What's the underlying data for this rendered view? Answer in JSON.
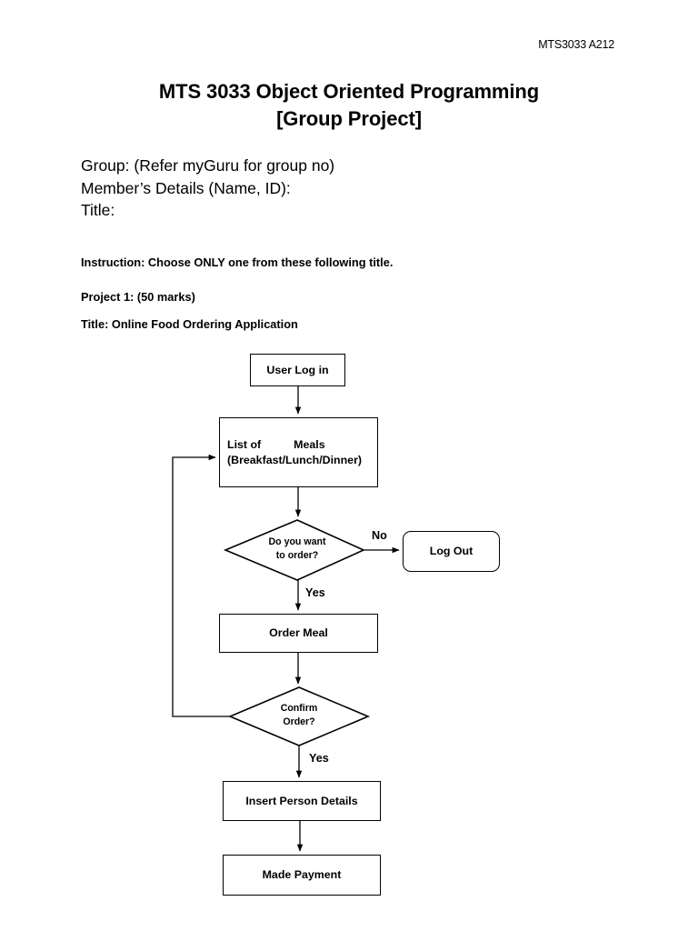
{
  "document": {
    "header_right": "MTS3033 A212",
    "title_line1": "MTS 3033 Object Oriented Programming",
    "title_line2": "[Group Project]",
    "meta": {
      "group": "Group: (Refer myGuru for group no)",
      "members": "Member’s Details (Name, ID):",
      "title": "Title:"
    },
    "instruction": "Instruction: Choose ONLY one from these following title.",
    "project_label": "Project 1: (50 marks)",
    "project_title": "Title: Online Food Ordering Application"
  },
  "flowchart": {
    "nodes": {
      "user_login": "User Log in",
      "meals_line1_a": "List of",
      "meals_line1_b": "Meals",
      "meals_line2": "(Breakfast/Lunch/Dinner)",
      "decision_order_line1": "Do you want",
      "decision_order_line2": "to order?",
      "logout": "Log Out",
      "order_meal": "Order Meal",
      "decision_confirm_line1": "Confirm",
      "decision_confirm_line2": "Order?",
      "insert_person_details": "Insert Person Details",
      "made_payment": "Made Payment"
    },
    "edge_labels": {
      "no": "No",
      "yes_order": "Yes",
      "yes_confirm": "Yes"
    },
    "colors": {
      "stroke": "#000000",
      "fill": "#ffffff",
      "text": "#000000"
    }
  }
}
